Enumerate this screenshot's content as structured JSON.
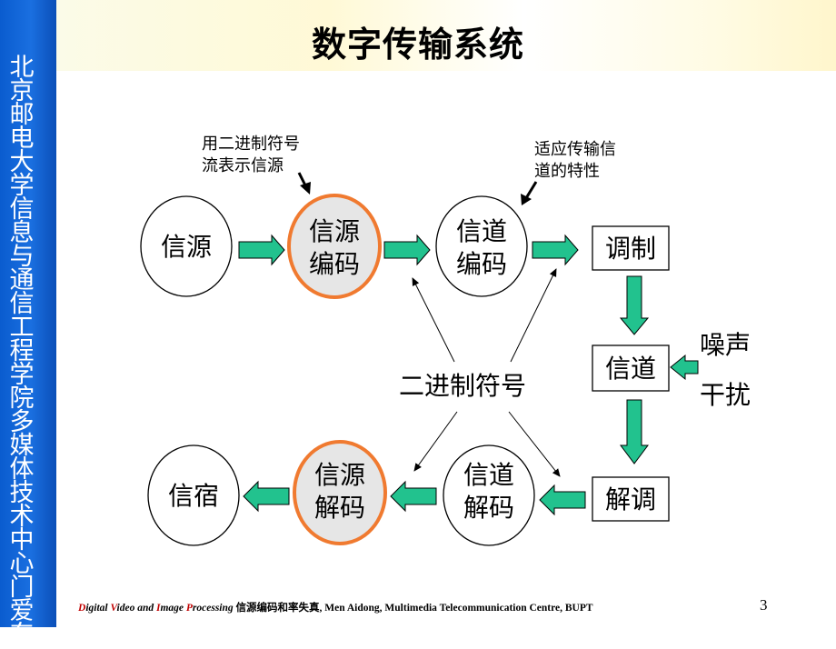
{
  "sidebar": {
    "text": "北京邮电大学信息与通信工程学院多媒体技术中心门爱东"
  },
  "title": "数字传输系统",
  "nodes": {
    "source": "信源",
    "source_encode_1": "信源",
    "source_encode_2": "编码",
    "channel_encode_1": "信道",
    "channel_encode_2": "编码",
    "modulate": "调制",
    "channel": "信道",
    "demodulate": "解调",
    "channel_decode_1": "信道",
    "channel_decode_2": "解码",
    "source_decode_1": "信源",
    "source_decode_2": "解码",
    "sink": "信宿"
  },
  "notes": {
    "binary_note_1": "用二进制符号",
    "binary_note_2": "流表示信源",
    "channel_note_1": "适应传输信",
    "channel_note_2": "道的特性",
    "noise": "噪声",
    "interference": "干扰",
    "binary_symbol": "二进制符号"
  },
  "footer": {
    "d": "D",
    "igital": "igital ",
    "v": "V",
    "ideo_and": "ideo and ",
    "i": "I",
    "mage": "mage ",
    "p": "P",
    "rocessing": "rocessing  ",
    "cn": "信源编码和率失真",
    "rest": ", Men Aidong, Multimedia Telecommunication Centre, BUPT"
  },
  "page_number": "3",
  "colors": {
    "arrow_fill": "#22c28e",
    "highlight_ring": "#f07a30",
    "sidebar": "#1a6fe0"
  }
}
